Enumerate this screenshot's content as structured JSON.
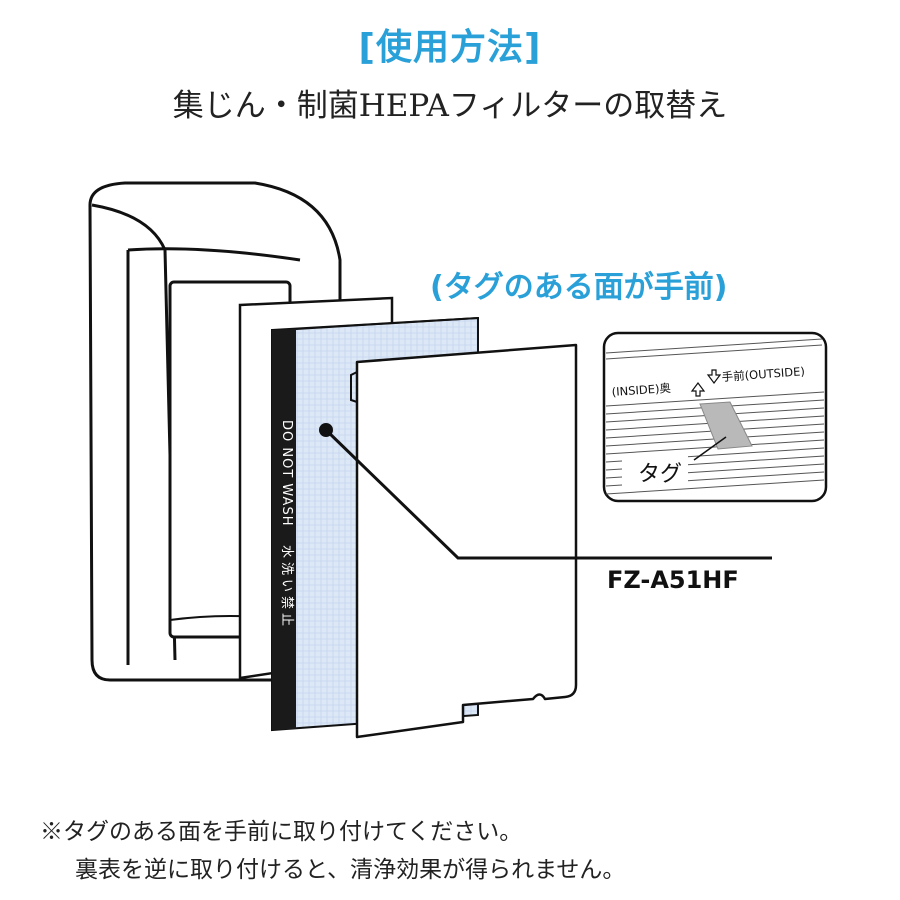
{
  "header": {
    "title": "[使用方法]",
    "subtitle": "集じん・制菌HEPAフィルターの取替え"
  },
  "illustration": {
    "tag_hint": "(タグのある面が手前)",
    "filter_side_text_en": "DO NOT WASH",
    "filter_side_text_jp": "水洗い禁止",
    "inset": {
      "inside_label": "(INSIDE)奥",
      "outside_label": "手前(OUTSIDE)",
      "tag_label": "タグ"
    },
    "model_label": "FZ-A51HF",
    "colors": {
      "accent": "#2aa0d8",
      "filter_face": "#d9e6f7",
      "filter_frame": "#1a1a1a"
    }
  },
  "notes": {
    "line1": "※タグのある面を手前に取り付けてください。",
    "line2": "裏表を逆に取り付けると、清浄効果が得られません。"
  }
}
